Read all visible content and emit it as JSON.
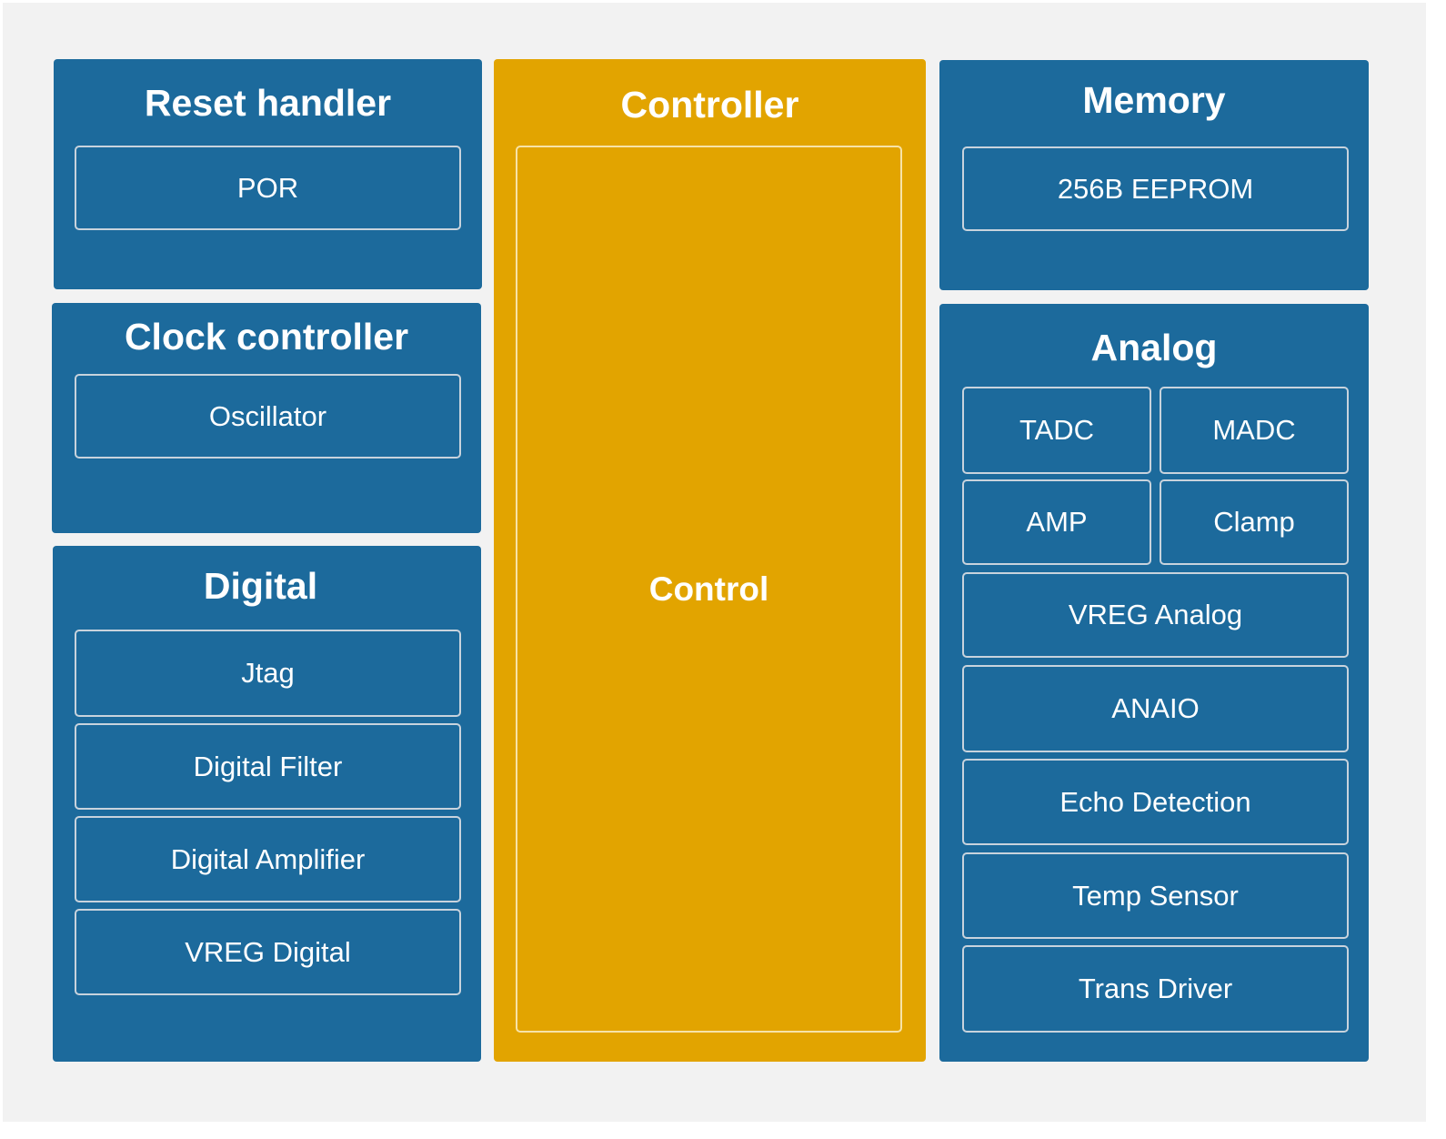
{
  "panels": {
    "reset": {
      "title": "Reset handler",
      "items": [
        "POR"
      ]
    },
    "clock": {
      "title": "Clock controller",
      "items": [
        "Oscillator"
      ]
    },
    "digital": {
      "title": "Digital",
      "items": [
        "Jtag",
        "Digital Filter",
        "Digital Amplifier",
        "VREG Digital"
      ]
    },
    "controller": {
      "title": "Controller",
      "block": "Control"
    },
    "memory": {
      "title": "Memory",
      "items": [
        "256B EEPROM"
      ]
    },
    "analog": {
      "title": "Analog",
      "items": [
        "TADC",
        "MADC",
        "AMP",
        "Clamp",
        "VREG Analog",
        "ANAIO",
        "Echo Detection",
        "Temp Sensor",
        "Trans Driver"
      ]
    }
  },
  "colors": {
    "background": "#f2f2f2",
    "block_blue": "#1c6a9c",
    "block_gold": "#e2a400",
    "text": "#ffffff"
  }
}
